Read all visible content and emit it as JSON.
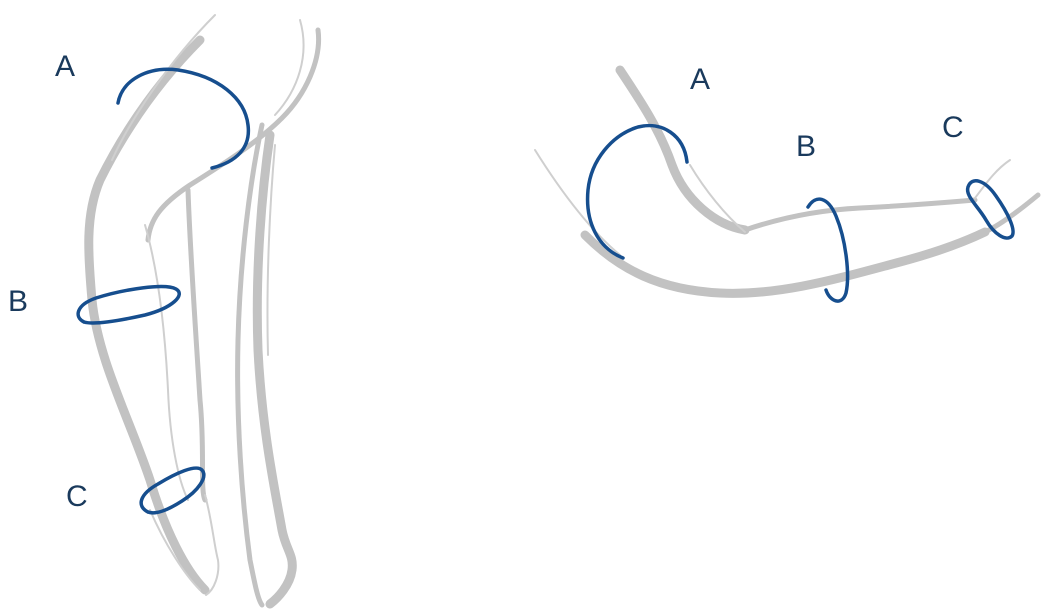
{
  "leg_figure": {
    "labels": {
      "a": "A",
      "b": "B",
      "c": "C"
    }
  },
  "arm_figure": {
    "labels": {
      "a": "A",
      "b": "B",
      "c": "C"
    }
  },
  "colors": {
    "measurement_ring": "#164e8e",
    "label_text": "#1a3a5c",
    "outline": "#c2c2c2"
  }
}
